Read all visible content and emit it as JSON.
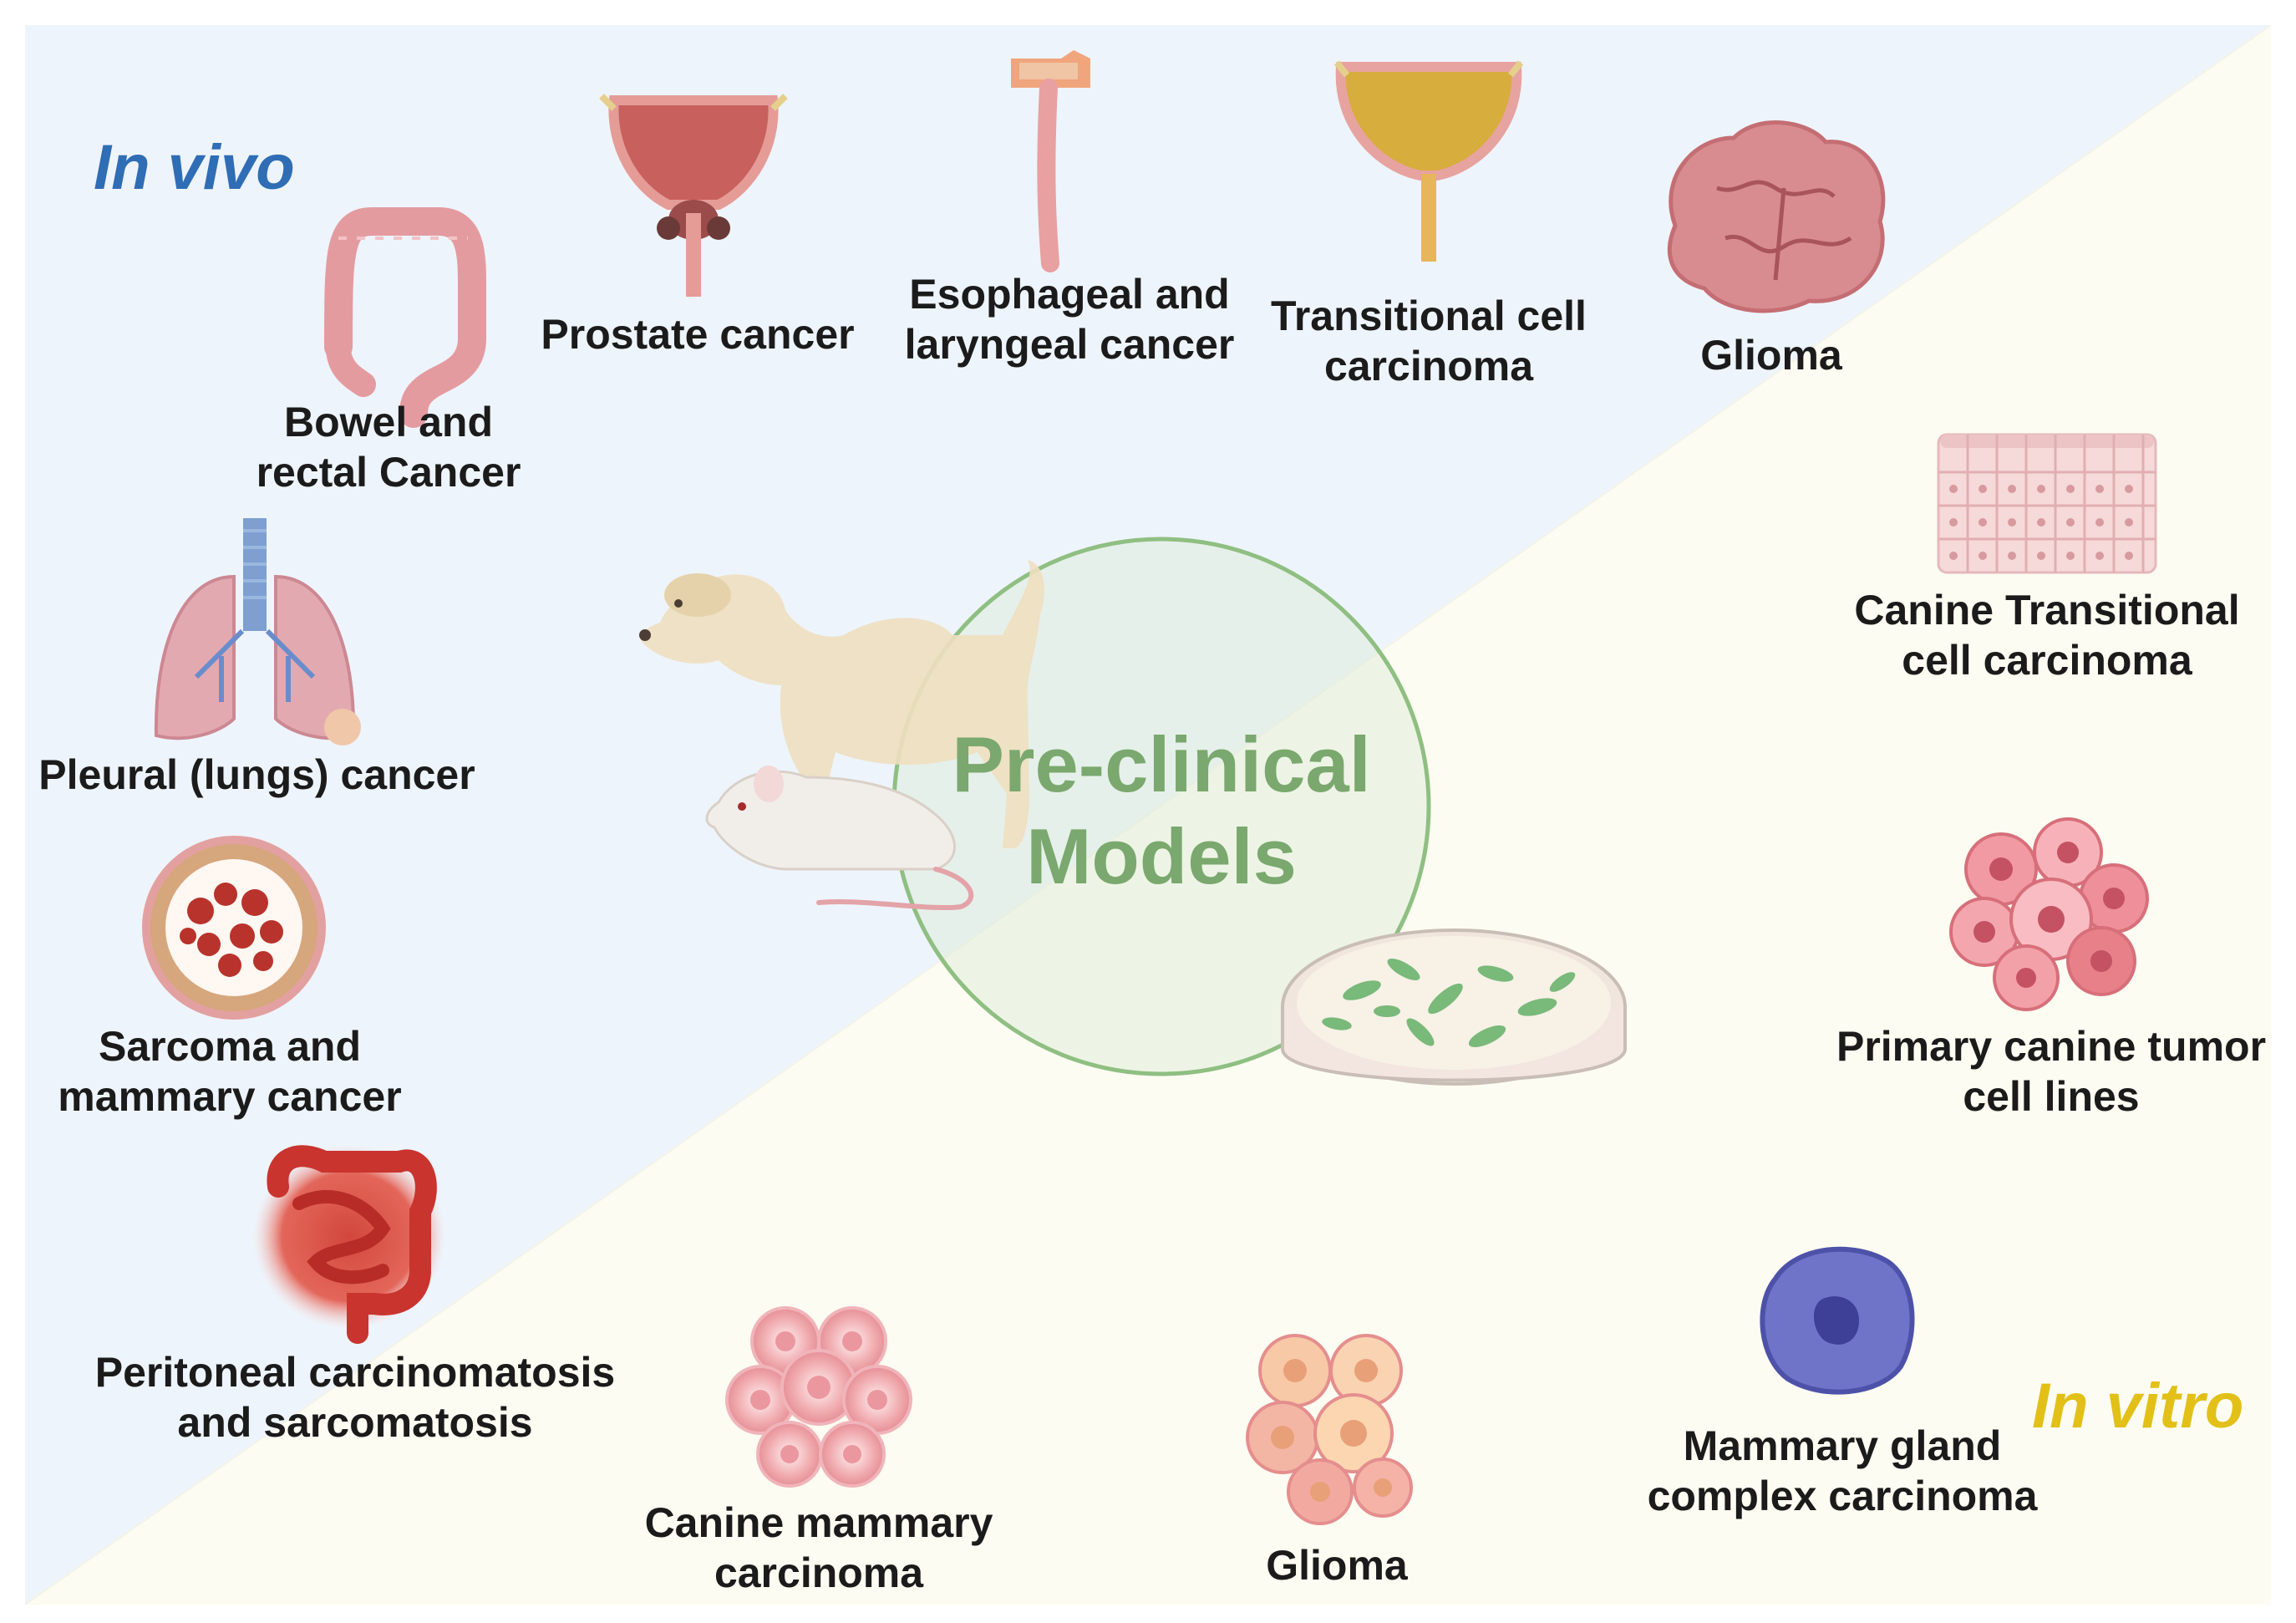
{
  "in_vivo_title": "In vivo",
  "in_vitro_title": "In vitro",
  "center_label": "Pre-clinical\nModels",
  "in_vivo_models": [
    {
      "icon": "colon-icon",
      "label": "Bowel and\nrectal Cancer"
    },
    {
      "icon": "prostate-icon",
      "label": "Prostate cancer"
    },
    {
      "icon": "esophagus-larynx-icon",
      "label": "Esophageal and\nlaryngeal cancer"
    },
    {
      "icon": "bladder-icon",
      "label": "Transitional cell\ncarcinoma"
    },
    {
      "icon": "brain-icon",
      "label": "Glioma"
    },
    {
      "icon": "lungs-icon",
      "label": "Pleural (lungs) cancer"
    },
    {
      "icon": "tumor-cross-section-icon",
      "label": "Sarcoma and\nmammary cancer"
    },
    {
      "icon": "intestine-icon",
      "label": "Peritoneal carcinomatosis\nand sarcomatosis"
    }
  ],
  "in_vitro_models": [
    {
      "icon": "epithelium-icon",
      "label": "Canine Transitional\ncell  carcinoma"
    },
    {
      "icon": "tumor-cell-cluster-icon",
      "label": "Primary canine tumor\ncell lines"
    },
    {
      "icon": "cell-icon",
      "label": "Mammary gland\ncomplex carcinoma"
    },
    {
      "icon": "glioma-cells-icon",
      "label": "Glioma"
    },
    {
      "icon": "mammary-cells-icon",
      "label": "Canine mammary\ncarcinoma"
    }
  ],
  "center_icons": [
    "dog-icon",
    "mouse-icon",
    "petri-dish-icon"
  ],
  "colors": {
    "in_vivo_title": "#2f6db5",
    "in_vitro_title": "#e2c018",
    "center_text": "#7aa86e",
    "in_vivo_bg": "#eef4fb",
    "in_vitro_bg": "#fcfcf2"
  }
}
